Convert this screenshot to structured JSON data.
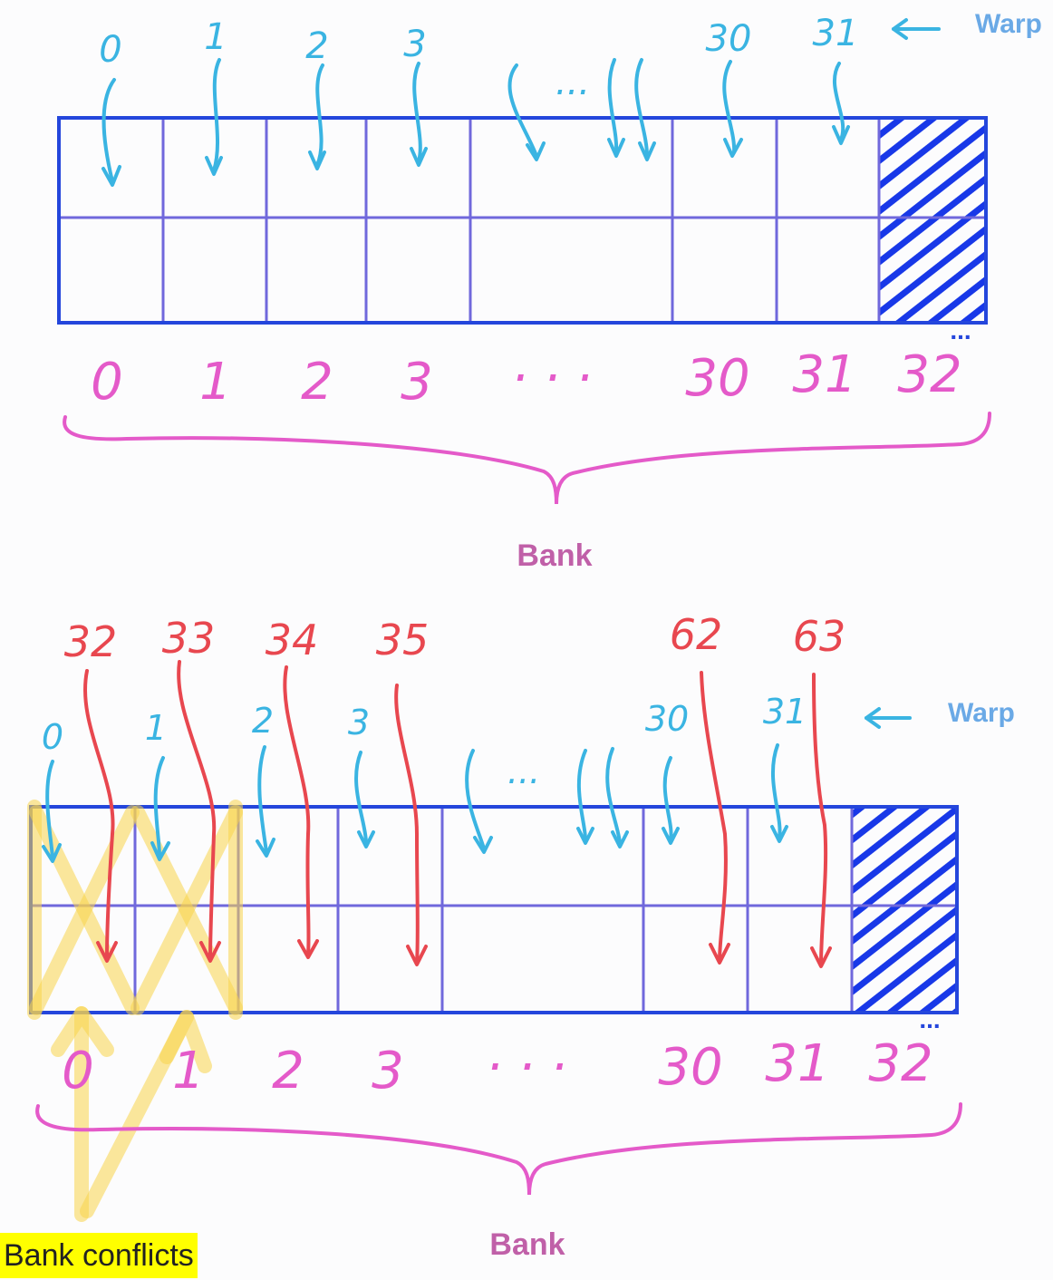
{
  "colors": {
    "thread": "#3ab4e2",
    "thread_second": "#e8474f",
    "bank": "#e45ac9",
    "bank_word": "#c060a8",
    "warp_word": "#6aa9e6",
    "grid_outer": "#2446dc",
    "grid_inner": "#7068dc",
    "hatch": "#1838e8",
    "conflict": "#f8d34a",
    "highlight": "#ffff00"
  },
  "top_diagram": {
    "thread_labels": [
      "0",
      "1",
      "2",
      "3",
      "30",
      "31"
    ],
    "thread_ellipsis": "...",
    "warp_label": "Warp",
    "bank_labels": [
      "0",
      "1",
      "2",
      "3",
      "30",
      "31",
      "32"
    ],
    "bank_ellipsis": ". . .",
    "bank_more": "...",
    "bank_label": "Bank"
  },
  "bottom_diagram": {
    "second_thread_labels": [
      "32",
      "33",
      "34",
      "35",
      "62",
      "63"
    ],
    "thread_labels": [
      "0",
      "1",
      "2",
      "3",
      "30",
      "31"
    ],
    "thread_ellipsis": "...",
    "warp_label": "Warp",
    "bank_labels": [
      "0",
      "1",
      "2",
      "3",
      "30",
      "31",
      "32"
    ],
    "bank_ellipsis": ". . .",
    "bank_more": "...",
    "bank_label": "Bank",
    "conflict_label": "Bank conflicts"
  }
}
